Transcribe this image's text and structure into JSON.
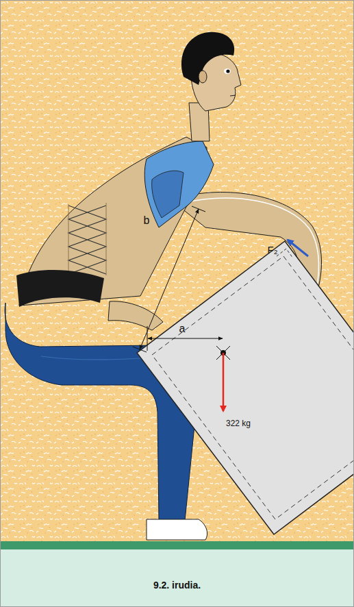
{
  "diagram": {
    "caption": "9.2. irudia.",
    "labels": [
      "b",
      "a",
      "F₂",
      "322 kg"
    ]
  }
}
